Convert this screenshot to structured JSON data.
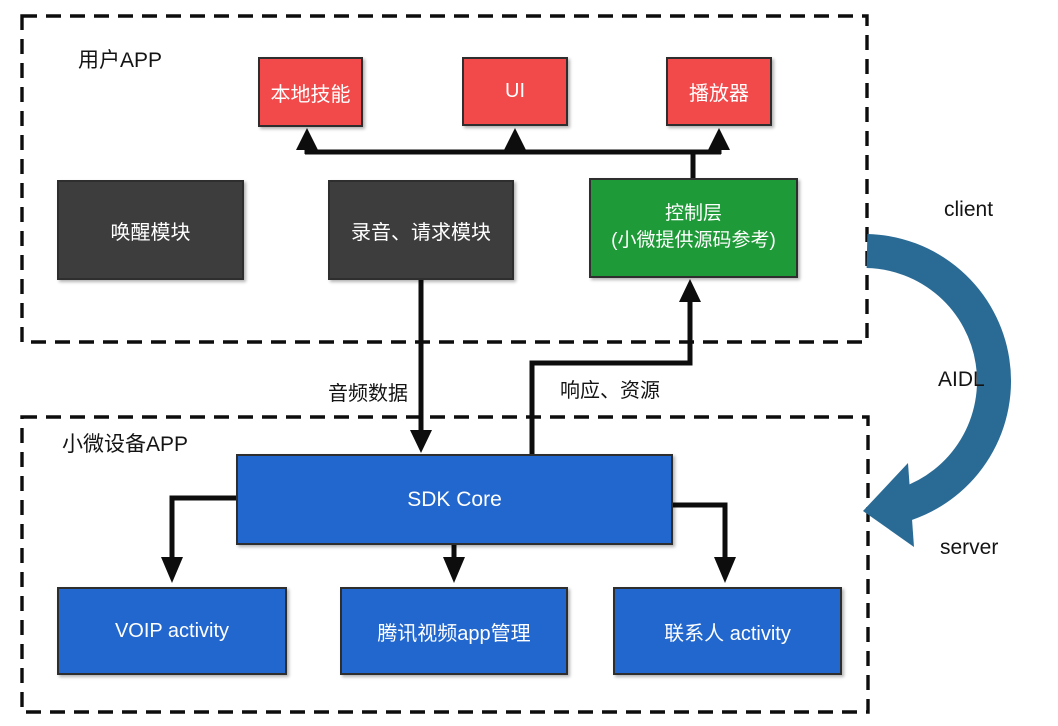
{
  "colors": {
    "red_box": "#f2494a",
    "dark_box": "#3d3d3d",
    "green_box": "#1f9a38",
    "blue_box": "#2267ce",
    "flow_arrow": "#2a6b96",
    "line": "#0d0d0d"
  },
  "user_app": {
    "label": "用户APP",
    "nodes": {
      "local_skill": "本地技能",
      "ui": "UI",
      "player": "播放器",
      "wake_module": "唤醒模块",
      "record_module": "录音、请求模块",
      "control_layer_line1": "控制层",
      "control_layer_line2": "(小微提供源码参考)"
    }
  },
  "device_app": {
    "label": "小微设备APP",
    "nodes": {
      "sdk_core": "SDK Core",
      "voip": "VOIP activity",
      "tencent_video": "腾讯视频app管理",
      "contacts": "联系人 activity"
    }
  },
  "edge_labels": {
    "audio_data": "音频数据",
    "response_resource": "响应、资源"
  },
  "side_labels": {
    "client": "client",
    "aidl": "AIDL",
    "server": "server"
  }
}
